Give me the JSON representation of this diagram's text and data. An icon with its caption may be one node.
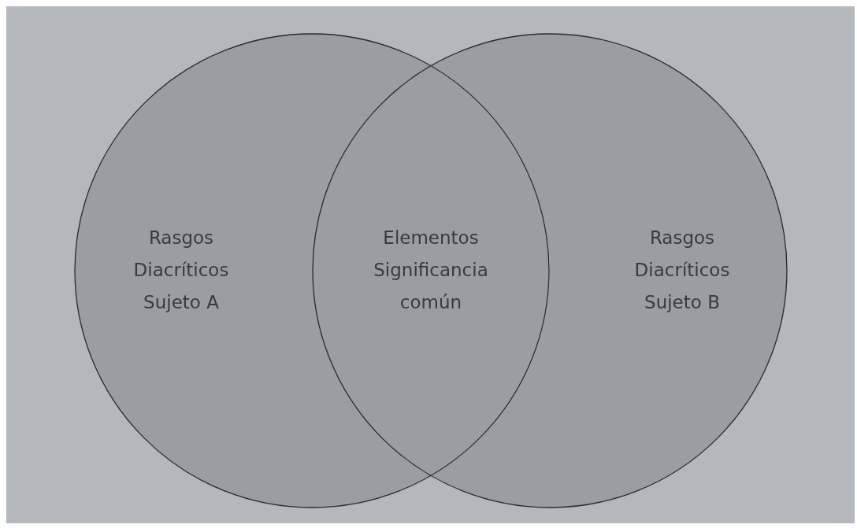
{
  "diagram": {
    "nodes": [
      {
        "text": [
          "Rasgos Diacríticos Sujeto A"
        ]
      },
      {
        "text": [
          "Rasgos Diacríticos Sujeto B"
        ]
      }
    ],
    "labels": [
      "Elementos Significancia común"
    ]
  }
}
